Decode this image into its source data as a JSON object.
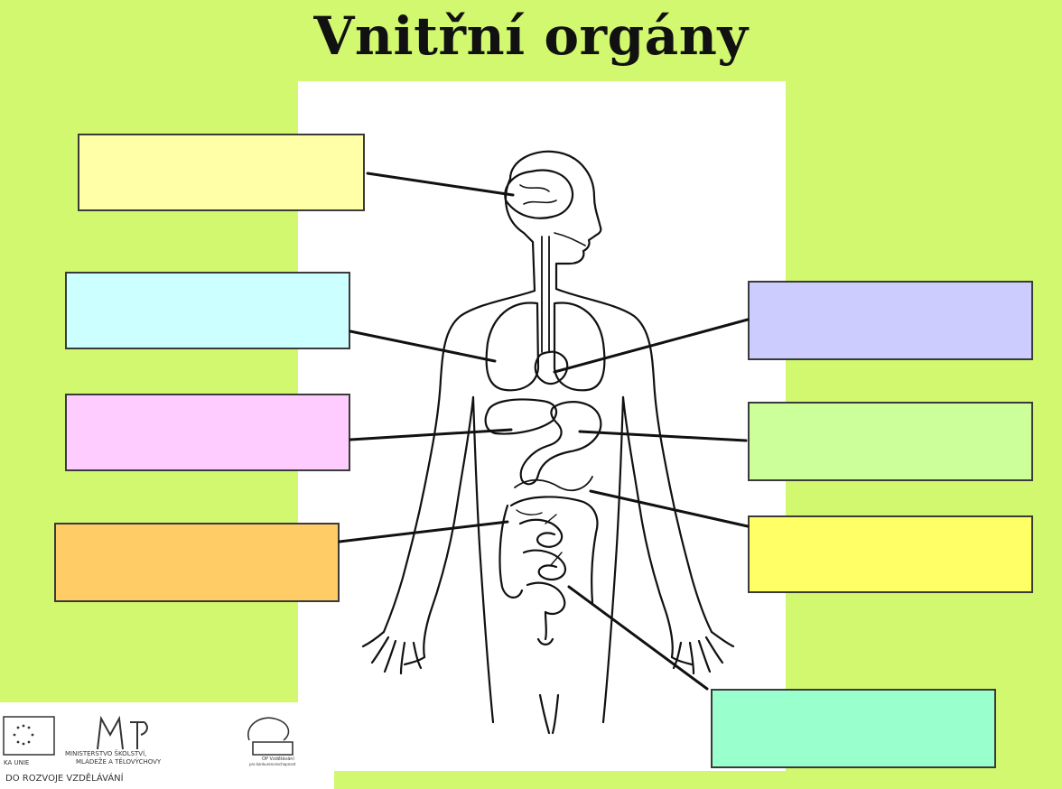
{
  "title": "Vnitřní orgány",
  "label_boxes": [
    {
      "id": "brain",
      "color": "#ffffa8"
    },
    {
      "id": "lungs",
      "color": "#ccffff"
    },
    {
      "id": "heart",
      "color": "#ccccff"
    },
    {
      "id": "liver",
      "color": "#ffccff"
    },
    {
      "id": "stomach",
      "color": "#ccff99"
    },
    {
      "id": "small-intestine",
      "color": "#ffcc66"
    },
    {
      "id": "large-intestine",
      "color": "#ffff66"
    },
    {
      "id": "bottom",
      "color": "#99ffcc"
    }
  ],
  "footer": {
    "eu_text": "KA UNIE",
    "msmt_logo": "MŠMT",
    "ministry_text_1": "MINISTERSTVO ŠKOLSTVÍ,",
    "ministry_text_2": "MLÁDEŽE A TĚLOVÝCHOVY",
    "op_text_1": "OP Vzdělávání",
    "op_text_2": "pro konkurenceschopnost",
    "slogan": "DO ROZVOJE VZDĚLÁVÁNÍ"
  },
  "colors": {
    "background": "#d2f870",
    "panel": "#ffffff",
    "line": "#111111"
  }
}
